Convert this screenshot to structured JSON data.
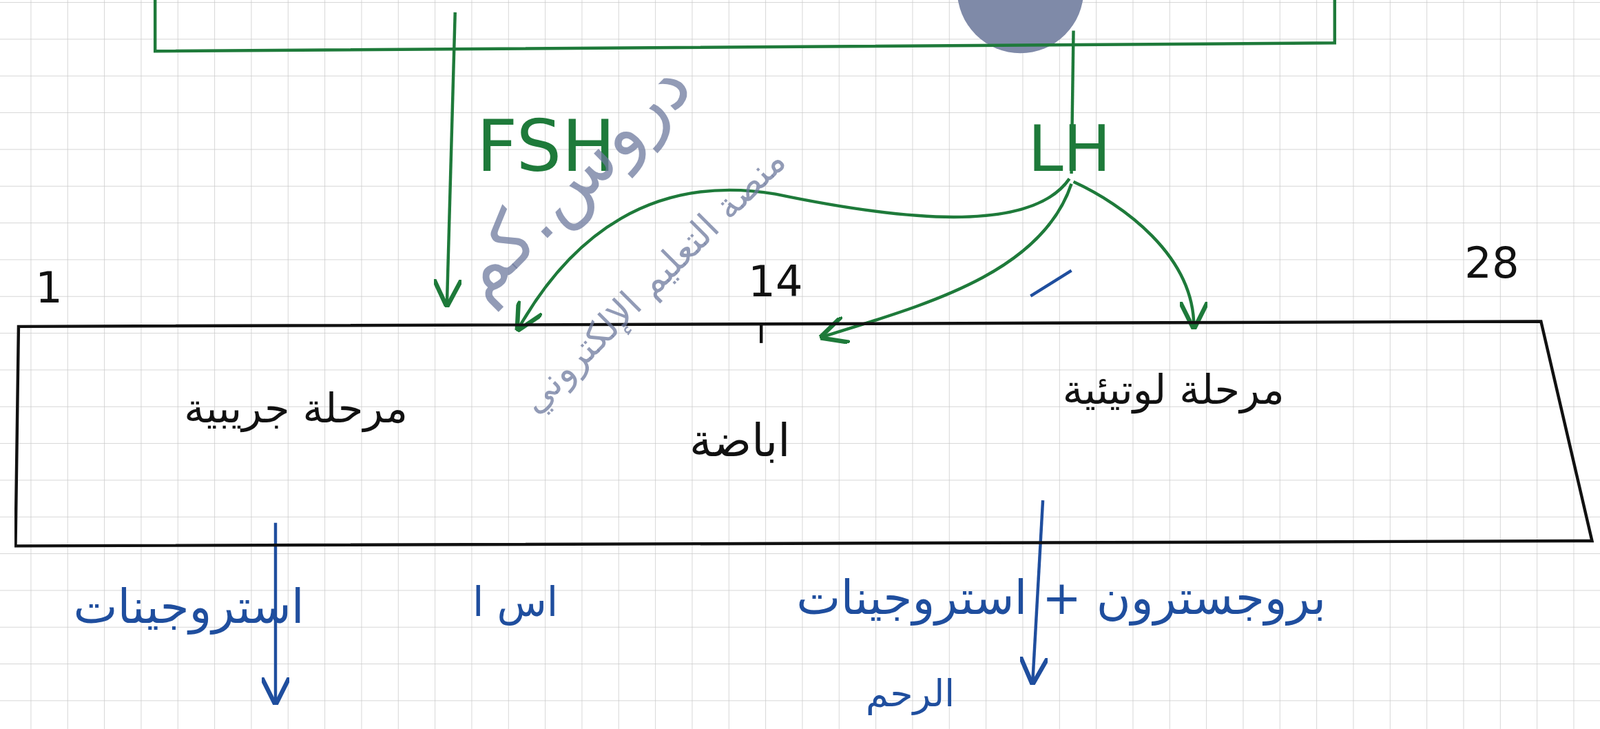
{
  "diagram": {
    "nodes": [
      {
        "text": [
          "مرحلة جريبية",
          "اباضة",
          "مرحلة لوتيئية"
        ]
      }
    ],
    "labels": [
      "FSH",
      "LH",
      "1",
      "14",
      "28",
      "استروجينات",
      "اس ا",
      "بروجسترون + استروجينات",
      "الرحم",
      "دروس.كم",
      "منصة التعليم الإلكتروني"
    ]
  }
}
